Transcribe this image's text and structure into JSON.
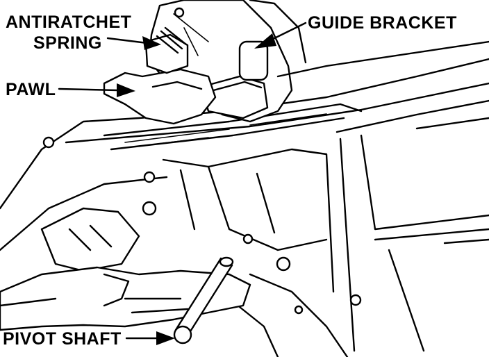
{
  "labels": {
    "antiratchet_line1": "ANTIRATCHET",
    "antiratchet_line2": "SPRING",
    "guide_bracket": "GUIDE BRACKET",
    "pawl": "PAWL",
    "pivot_shaft": "PIVOT SHAFT"
  },
  "colors": {
    "ink": "#000000",
    "paper": "#ffffff"
  }
}
